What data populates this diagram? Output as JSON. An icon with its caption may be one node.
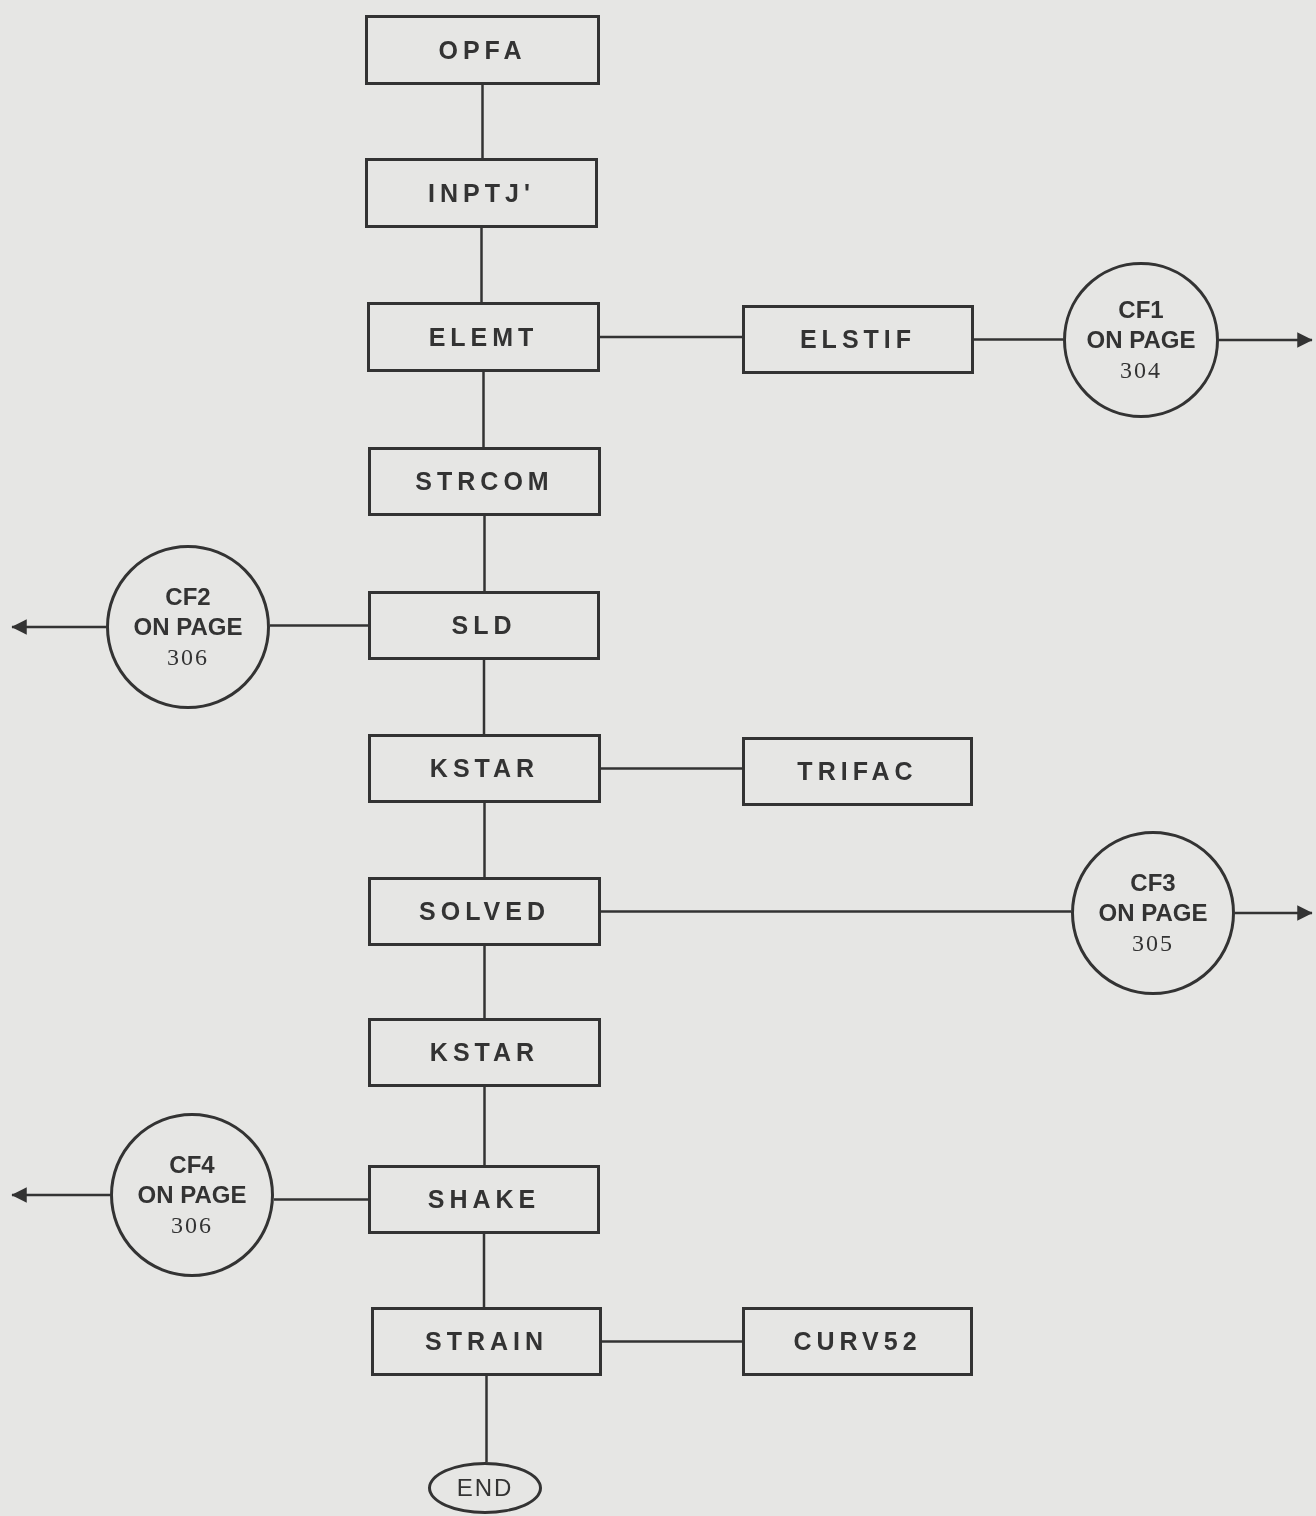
{
  "diagram": {
    "nodes": [
      {
        "text": [
          "OPFA"
        ]
      },
      {
        "text": [
          "INPTJ'"
        ]
      },
      {
        "text": [
          "ELEMT"
        ]
      },
      {
        "text": [
          "ELSTIF"
        ]
      },
      {
        "text": [
          "CF1",
          "ON PAGE",
          "304"
        ]
      },
      {
        "text": [
          "STRCOM"
        ]
      },
      {
        "text": [
          "CF2",
          "ON PAGE",
          "306"
        ]
      },
      {
        "text": [
          "SLD"
        ]
      },
      {
        "text": [
          "KSTAR"
        ]
      },
      {
        "text": [
          "TRIFAC"
        ]
      },
      {
        "text": [
          "SOLVED"
        ]
      },
      {
        "text": [
          "CF3",
          "ON PAGE",
          "305"
        ]
      },
      {
        "text": [
          "KSTAR"
        ]
      },
      {
        "text": [
          "CF4",
          "ON PAGE",
          "306"
        ]
      },
      {
        "text": [
          "SHAKE"
        ]
      },
      {
        "text": [
          "STRAIN"
        ]
      },
      {
        "text": [
          "CURV52"
        ]
      },
      {
        "text": [
          "END"
        ]
      }
    ],
    "edges": [
      {
        "from": 0,
        "to": 1,
        "arrow": "none"
      },
      {
        "from": 1,
        "to": 2,
        "arrow": "none"
      },
      {
        "from": 2,
        "to": 3,
        "arrow": "none"
      },
      {
        "from": 3,
        "to": 4,
        "arrow": "none"
      },
      {
        "from": 4,
        "to": null,
        "arrow": "to"
      },
      {
        "from": 2,
        "to": 5,
        "arrow": "none"
      },
      {
        "from": 5,
        "to": 7,
        "arrow": "none"
      },
      {
        "from": 7,
        "to": 6,
        "arrow": "none"
      },
      {
        "from": 6,
        "to": null,
        "arrow": "to"
      },
      {
        "from": 7,
        "to": 8,
        "arrow": "none"
      },
      {
        "from": 8,
        "to": 9,
        "arrow": "none"
      },
      {
        "from": 8,
        "to": 10,
        "arrow": "none"
      },
      {
        "from": 10,
        "to": 11,
        "arrow": "none"
      },
      {
        "from": 11,
        "to": null,
        "arrow": "to"
      },
      {
        "from": 10,
        "to": 12,
        "arrow": "none"
      },
      {
        "from": 12,
        "to": 14,
        "arrow": "none"
      },
      {
        "from": 14,
        "to": 13,
        "arrow": "none"
      },
      {
        "from": 13,
        "to": null,
        "arrow": "to"
      },
      {
        "from": 14,
        "to": 15,
        "arrow": "none"
      },
      {
        "from": 15,
        "to": 16,
        "arrow": "none"
      },
      {
        "from": 15,
        "to": 17,
        "arrow": "none"
      }
    ]
  }
}
